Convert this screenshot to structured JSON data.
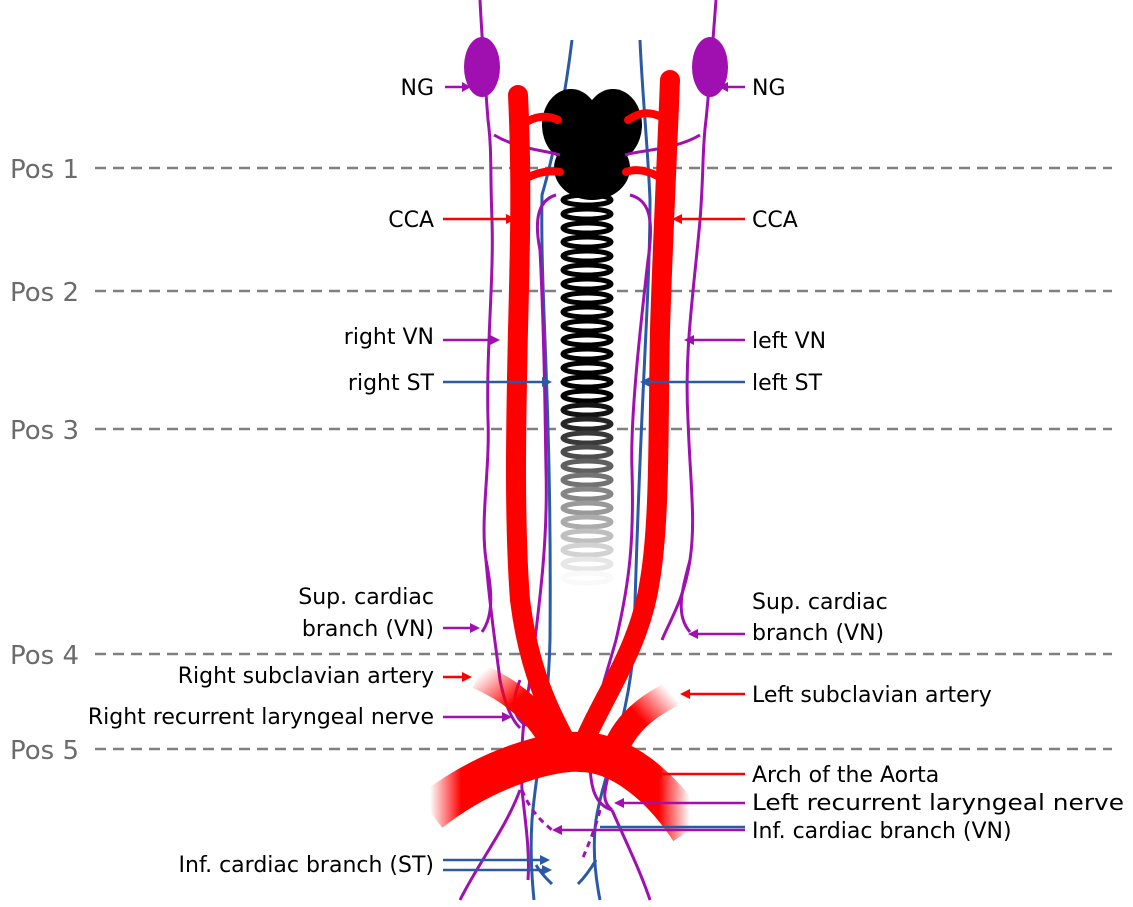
{
  "positions": [
    "Pos 1",
    "Pos 2",
    "Pos 3",
    "Pos 4",
    "Pos 5"
  ],
  "labels": {
    "ng_left": "NG",
    "ng_right": "NG",
    "cca_left": "CCA",
    "cca_right": "CCA",
    "right_vn": "right VN",
    "left_vn": "left VN",
    "right_st": "right ST",
    "left_st": "left ST",
    "sup_cardiac_right_1": "Sup. cardiac",
    "sup_cardiac_right_2": "branch (VN)",
    "sup_cardiac_left_1": "Sup. cardiac",
    "sup_cardiac_left_2": "branch (VN)",
    "right_subclavian": "Right subclavian artery",
    "left_subclavian": "Left subclavian artery",
    "right_recurrent": "Right recurrent laryngeal nerve",
    "arch_aorta": "Arch of the Aorta",
    "left_recurrent": "Left recurrent laryngeal nerve",
    "inf_cardiac_vn": "Inf. cardiac branch (VN)",
    "inf_cardiac_st": "Inf. cardiac branch (ST)"
  },
  "colors": {
    "artery": "#ff0000",
    "vagus_nerve": "#a010b0",
    "sympathetic_trunk": "#2a5aa6",
    "trachea": "#000000",
    "position_line": "#808080"
  }
}
